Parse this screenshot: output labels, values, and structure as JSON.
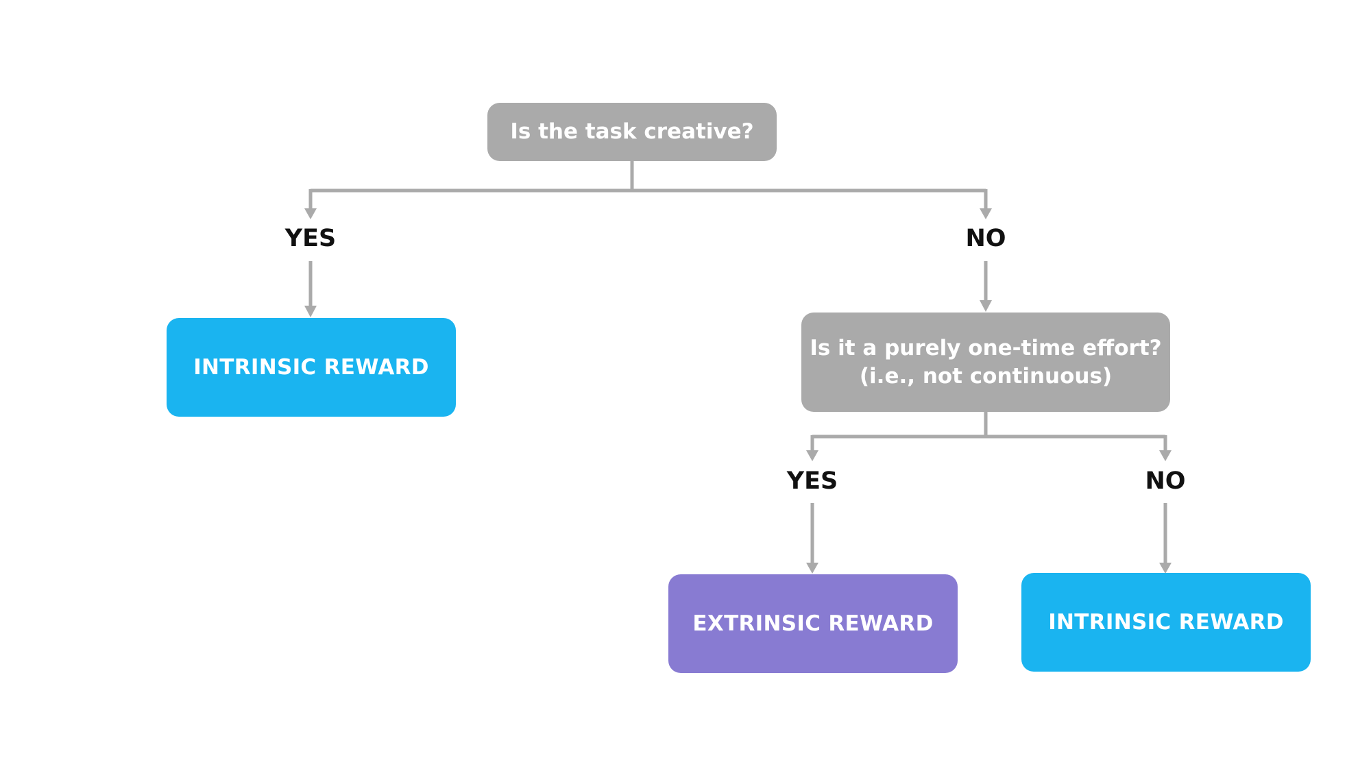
{
  "colors": {
    "question_box": "#aaaaaa",
    "intrinsic_box": "#1ab4f0",
    "extrinsic_box": "#887bd2",
    "connector": "#aaaaaa",
    "label_text": "#111111"
  },
  "diagram": {
    "root_question": "Is the task creative?",
    "root_yes_label": "YES",
    "root_no_label": "NO",
    "root_yes_outcome": "INTRINSIC REWARD",
    "second_question_line1": "Is it a purely one-time effort?",
    "second_question_line2": "(i.e., not continuous)",
    "second_yes_label": "YES",
    "second_no_label": "NO",
    "second_yes_outcome": "EXTRINSIC REWARD",
    "second_no_outcome": "INTRINSIC REWARD"
  }
}
